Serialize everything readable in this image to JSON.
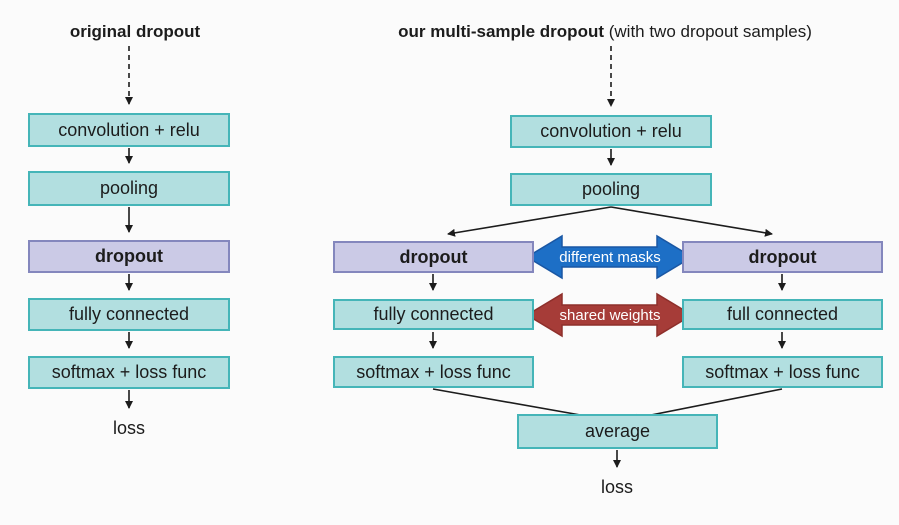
{
  "left_diagram": {
    "title": "original dropout",
    "conv": "convolution + relu",
    "pool": "pooling",
    "dropout": "dropout",
    "fc": "fully connected",
    "softmax": "softmax + loss func",
    "loss": "loss"
  },
  "right_diagram": {
    "title_bold": "our multi-sample dropout",
    "title_rest": " (with two dropout samples)",
    "conv": "convolution + relu",
    "pool": "pooling",
    "dropout_left": "dropout",
    "dropout_right": "dropout",
    "fc_left": "fully connected",
    "fc_right": "full connected",
    "softmax_left": "softmax + loss func",
    "softmax_right": "softmax + loss func",
    "average": "average",
    "loss": "loss"
  },
  "annotations": {
    "different_masks": "different masks",
    "shared_weights": "shared weights"
  },
  "colors": {
    "box_fill_teal": "#b2dfe0",
    "box_border_teal": "#45b5b8",
    "box_fill_purple": "#cbcae6",
    "box_border_purple": "#8487bd",
    "different_masks_arrow": "#1d6fc6",
    "shared_weights_arrow": "#a63c38",
    "connector": "#1c1c1c",
    "background": "#fbfbfb"
  }
}
